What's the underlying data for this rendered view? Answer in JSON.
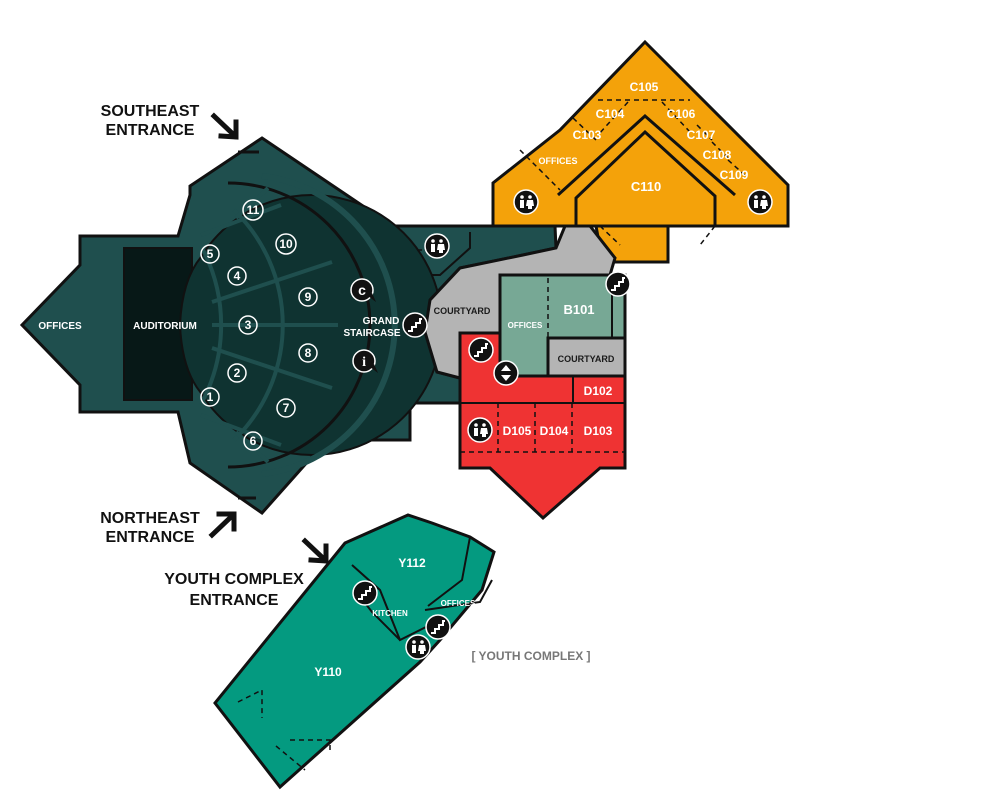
{
  "colors": {
    "main_building": "#1f4f4e",
    "auditorium": "#071817",
    "seating": "#0f3331",
    "c_wing": "#f4a20a",
    "courtyard": "#b4b4b4",
    "b_wing": "#77a895",
    "d_wing": "#ef3333",
    "youth_complex": "#049a80",
    "outline": "#111111"
  },
  "main": {
    "offices": "OFFICES",
    "auditorium": "AUDITORIUM",
    "grand_staircase_1": "GRAND",
    "grand_staircase_2": "STAIRCASE",
    "courtyard": "COURTYARD",
    "seat_sections": [
      "1",
      "2",
      "3",
      "4",
      "5",
      "6",
      "7",
      "8",
      "9",
      "10",
      "11"
    ]
  },
  "c_wing": {
    "c105": "C105",
    "c104": "C104",
    "c106": "C106",
    "c103": "C103",
    "c107": "C107",
    "c108": "C108",
    "c109": "C109",
    "c110": "C110",
    "offices": "OFFICES"
  },
  "b_wing": {
    "offices": "OFFICES",
    "b101": "B101",
    "courtyard": "COURTYARD"
  },
  "d_wing": {
    "d102": "D102",
    "d105": "D105",
    "d104": "D104",
    "d103": "D103"
  },
  "youth": {
    "y112": "Y112",
    "y110": "Y110",
    "kitchen": "KITCHEN",
    "offices": "OFFICES",
    "complex_label": "[ YOUTH COMPLEX ]"
  },
  "entrances": {
    "southeast_1": "SOUTHEAST",
    "southeast_2": "ENTRANCE",
    "northeast_1": "NORTHEAST",
    "northeast_2": "ENTRANCE",
    "youth_1": "YOUTH COMPLEX",
    "youth_2": "ENTRANCE"
  },
  "icons": {
    "info": "i",
    "cafe": "c"
  }
}
